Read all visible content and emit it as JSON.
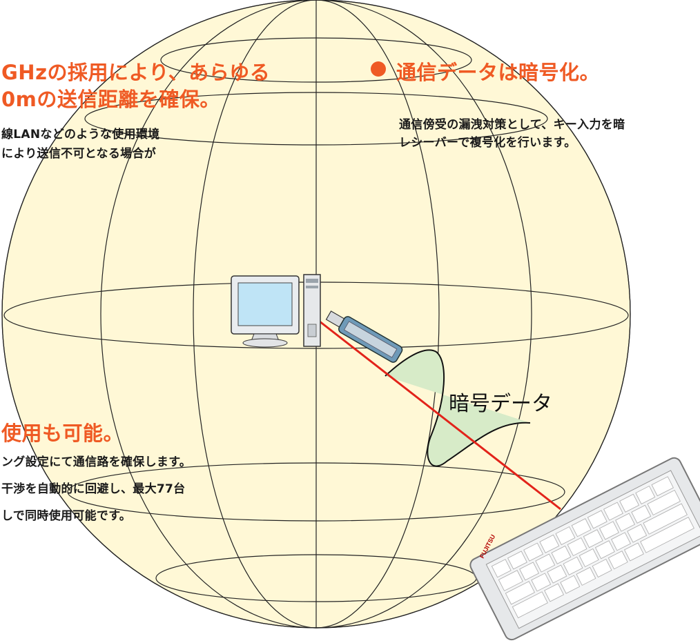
{
  "colors": {
    "accent": "#ef5a24",
    "sphere": "#fff8d6",
    "data_signal": "#d7ebc8",
    "beam": "#e2231a"
  },
  "left_top": {
    "heading_line1": "GHzの採用により、あらゆる",
    "heading_line2": "0mの送信距離を確保。",
    "body_line1": "線LANなどのような使用環境",
    "body_line2": "により送信不可となる場合が"
  },
  "right_top": {
    "bullet_icon": "orange-dot-icon",
    "heading": "通信データは暗号化。",
    "body_line1": "通信傍受の漏洩対策として、キー入力を暗",
    "body_line2": "レシーバーで複号化を行います。"
  },
  "left_mid": {
    "heading": "使用も可能。",
    "body_line1": "ング設定にて通信路を確保します。",
    "body_line2": "干渉を自動的に回避し、最大77台",
    "body_line3": "しで同時使用可能です。"
  },
  "signal_label": "暗号データ",
  "keyboard_brand": "FUJITSU"
}
